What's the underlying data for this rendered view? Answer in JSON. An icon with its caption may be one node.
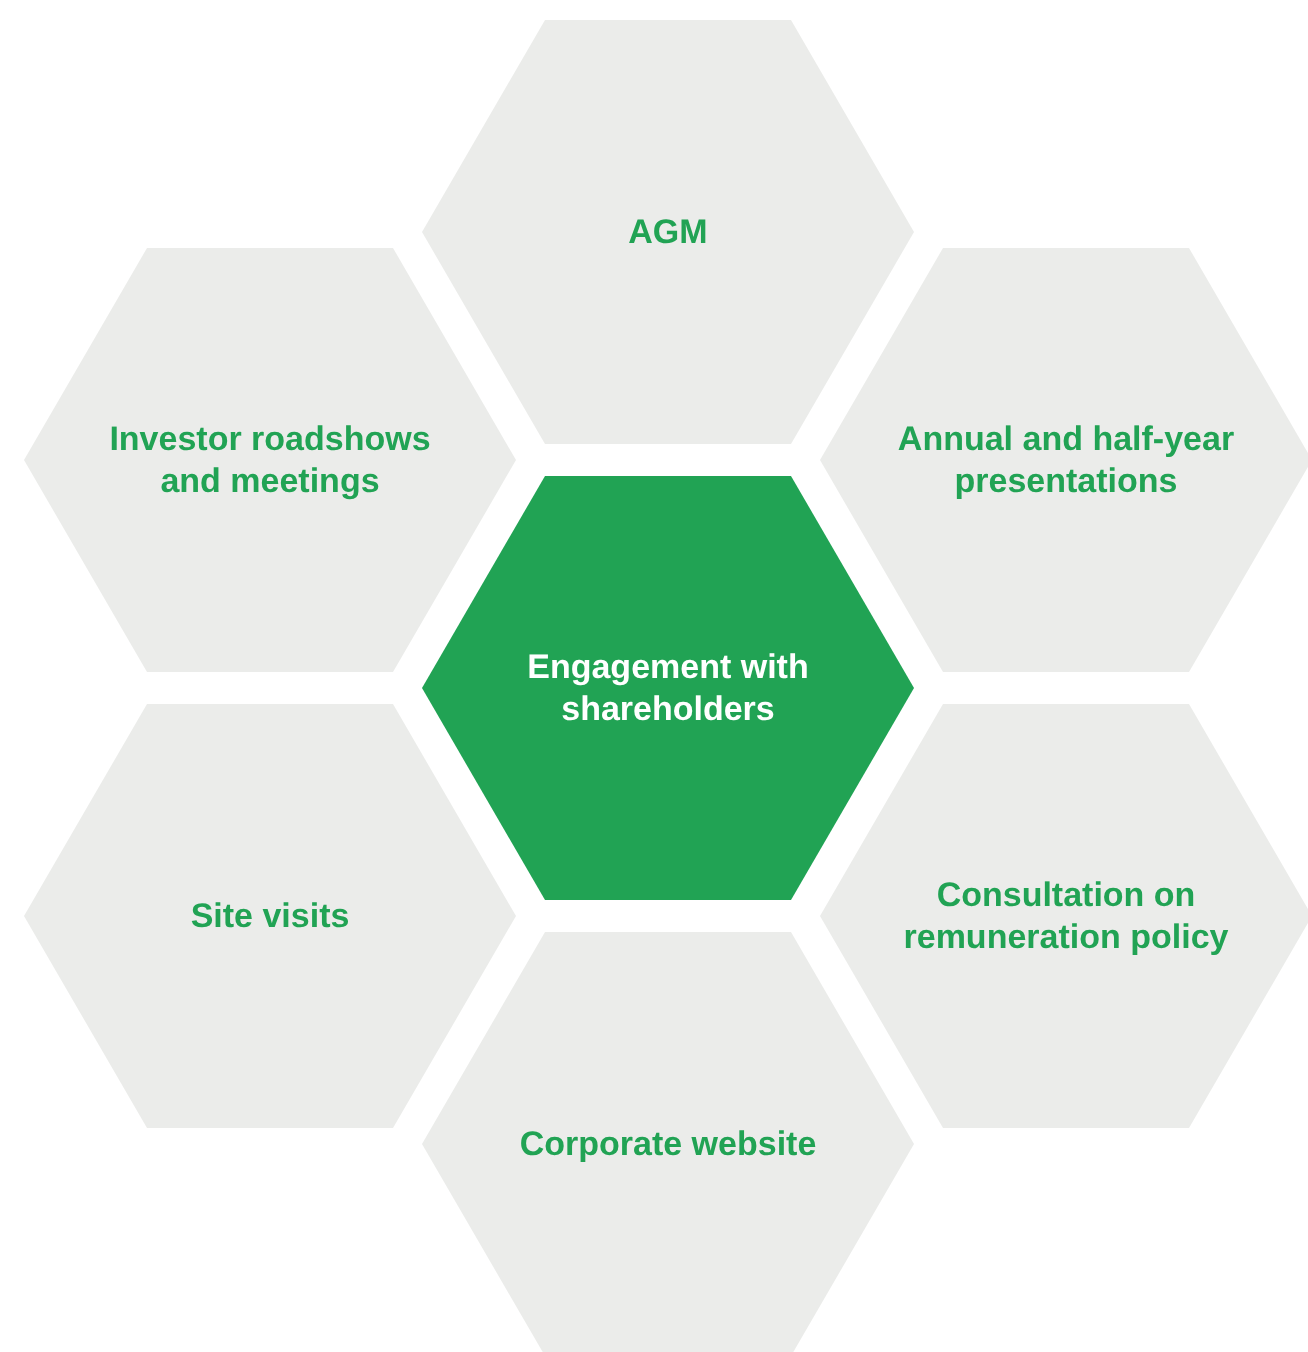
{
  "diagram": {
    "nodes": [
      {
        "text": [
          "AGM"
        ]
      },
      {
        "text": [
          "Investor roadshows and meetings"
        ]
      },
      {
        "text": [
          "Annual and half-year presentations"
        ]
      },
      {
        "text": [
          "Engagement with shareholders"
        ]
      },
      {
        "text": [
          "Site visits"
        ]
      },
      {
        "text": [
          "Consultation on remuneration policy"
        ]
      },
      {
        "text": [
          "Corporate website"
        ]
      }
    ],
    "edges": []
  }
}
